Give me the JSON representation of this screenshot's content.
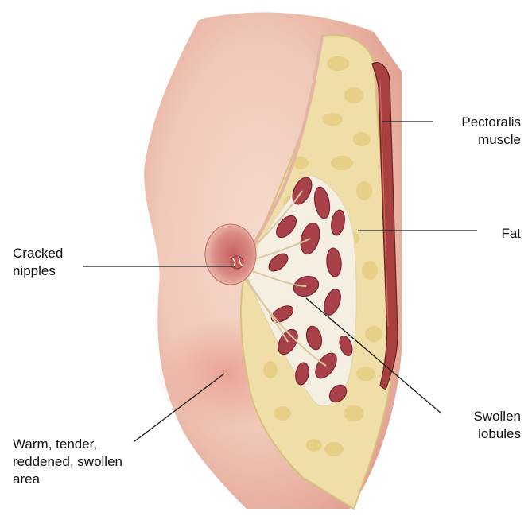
{
  "labels": {
    "pectoralis": [
      "Pectoralis",
      "muscle"
    ],
    "fat": [
      "Fat"
    ],
    "swollen_lobules": [
      "Swollen",
      "lobules"
    ],
    "cracked_nipples": [
      "Cracked",
      "nipples"
    ],
    "warm_area": [
      "Warm, tender,",
      "reddened, swollen",
      "area"
    ]
  },
  "colors": {
    "skin": "#f2cdbf",
    "skin_shadow": "#e7a596",
    "fat": "#f0e2b2",
    "fat_lobule": "#e9d48f",
    "muscle": "#a8403f",
    "lobule": "#a8414a",
    "lobule_dark": "#7b2430",
    "duct_area": "#f6f1e6",
    "leader_line": "#1a1a1a"
  }
}
